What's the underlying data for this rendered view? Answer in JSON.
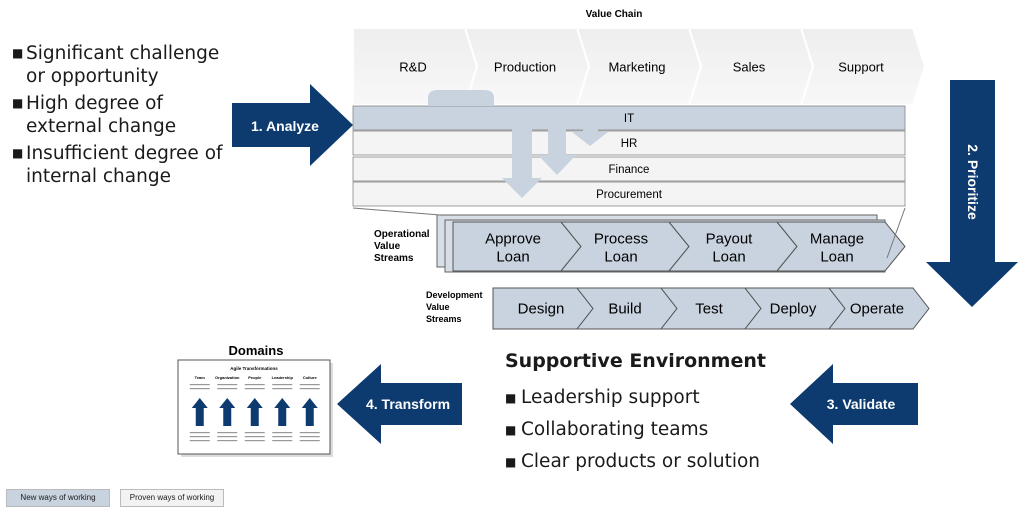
{
  "value_chain": {
    "title": "Value Chain",
    "stages": [
      "R&D",
      "Production",
      "Marketing",
      "Sales",
      "Support"
    ]
  },
  "support_functions": [
    "IT",
    "HR",
    "Finance",
    "Procurement"
  ],
  "challenges": [
    "Significant challenge or opportunity",
    "High degree of external change",
    "Insufficient  degree of internal change"
  ],
  "operational": {
    "label": "Operational Value Streams",
    "steps": [
      [
        "Approve",
        "Loan"
      ],
      [
        "Process",
        "Loan"
      ],
      [
        "Payout",
        "Loan"
      ],
      [
        "Manage",
        "Loan"
      ]
    ]
  },
  "development": {
    "label": "Development Value Streams",
    "steps": [
      "Design",
      "Build",
      "Test",
      "Deploy",
      "Operate"
    ]
  },
  "cycle": {
    "analyze": "1. Analyze",
    "prioritize": "2. Prioritize",
    "validate": "3. Validate",
    "transform": "4. Transform"
  },
  "domains": {
    "title": "Domains",
    "card_title": "Agile Transformations",
    "columns": [
      "Team",
      "Organization",
      "People",
      "Leadership",
      "Culture"
    ]
  },
  "supportive": {
    "title": "Supportive Environment",
    "items": [
      "Leadership support",
      "Collaborating teams",
      "Clear products or solution"
    ]
  },
  "legend": {
    "new": "New ways of working",
    "proven": "Proven ways of working"
  },
  "colors": {
    "navy": "#0d3b70",
    "new_fill": "#c8d3df",
    "proven_fill": "#f2f2f2"
  }
}
